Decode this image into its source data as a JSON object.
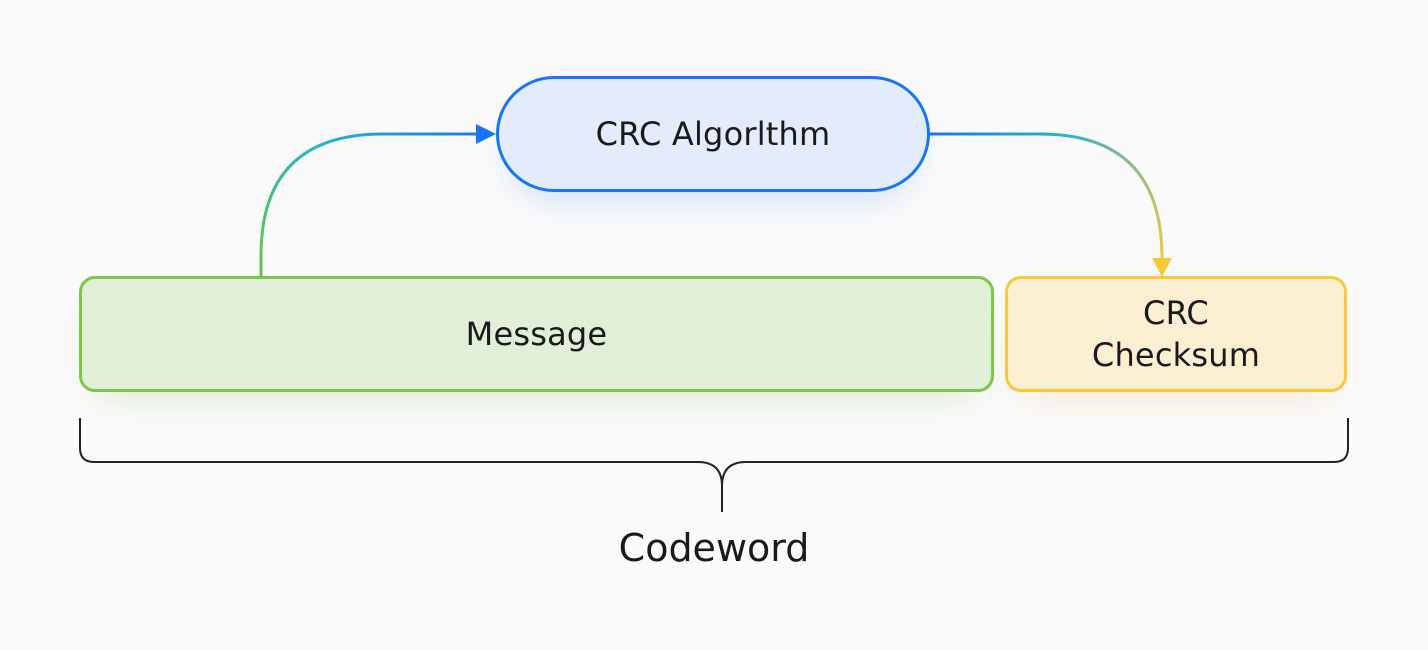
{
  "nodes": {
    "algorithm": {
      "label": "CRC Algorlthm"
    },
    "message": {
      "label": "Message"
    },
    "checksum": {
      "line1": "CRC",
      "line2": "Checksum"
    }
  },
  "bracket": {
    "label": "Codeword"
  },
  "colors": {
    "background": "#fafafa",
    "algorithm_border": "#1976f0",
    "algorithm_fill": "#e2ecfb",
    "message_border": "#7cc64e",
    "message_fill": "#e1eed8",
    "checksum_border": "#f6c93a",
    "checksum_fill": "#fbefd1",
    "arrow_gradient_start": "#62c84a",
    "arrow_gradient_mid": "#27b3cf",
    "arrow_gradient_end": "#1976f0",
    "arrow2_gradient_end": "#f6c93a",
    "bracket": "#222222"
  }
}
